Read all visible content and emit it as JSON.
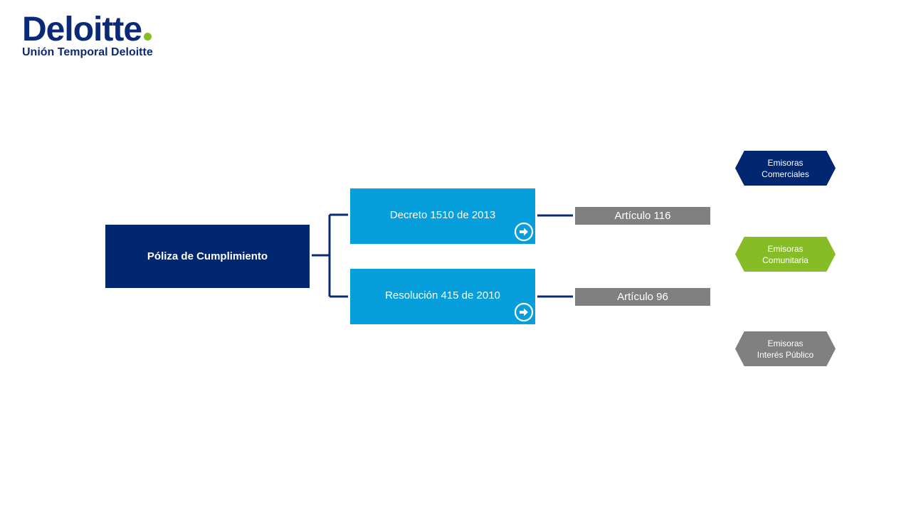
{
  "header": {
    "logo_text": "Deloitte",
    "subtitle": "Unión Temporal Deloitte"
  },
  "diagram": {
    "root": "Póliza de Cumplimiento",
    "regulations": [
      {
        "label": "Decreto 1510 de 2013",
        "article": "Artículo 116"
      },
      {
        "label": "Resolución 415 de 2010",
        "article": "Artículo 96"
      }
    ],
    "emisoras": [
      {
        "line1": "Emisoras",
        "line2": "Comerciales",
        "color": "#012770"
      },
      {
        "line1": "Emisoras",
        "line2": "Comunitaria",
        "color": "#86bc25"
      },
      {
        "line1": "Emisoras",
        "line2": "Interés Público",
        "color": "#808080"
      }
    ]
  },
  "colors": {
    "brand_blue": "#0a2a75",
    "brand_green": "#86bc25",
    "regulation_blue": "#069fdb",
    "article_gray": "#808080"
  },
  "icons": {
    "arrow": "arrow-right-circle-icon"
  }
}
